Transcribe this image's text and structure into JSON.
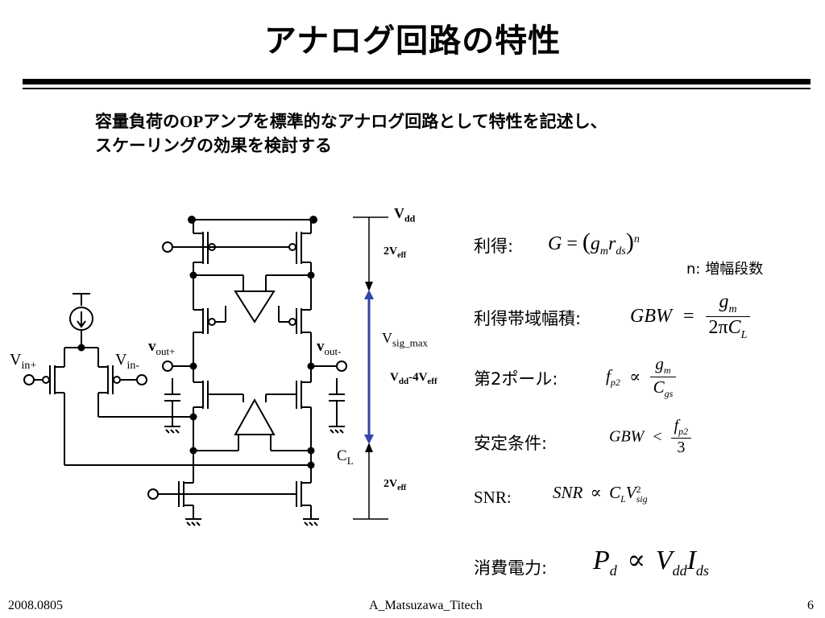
{
  "slide": {
    "title": "アナログ回路の特性",
    "intro_line1_a": "容量負荷の",
    "intro_line1_op": "OP",
    "intro_line1_b": "アンプを標準的なアナログ回路として特性を記述し、",
    "intro_line2": "スケーリングの効果を検討する"
  },
  "circuit": {
    "vdd_main": "V",
    "vdd_sub": "dd",
    "two_veff_top": "2V",
    "two_veff_top_sub": "eff",
    "vsig_max": "V",
    "vsig_max_sub": "sig_max",
    "vdd_minus_4veff_a": "V",
    "vdd_minus_4veff_sub1": "dd",
    "vdd_minus_4veff_b": "-4V",
    "vdd_minus_4veff_sub2": "eff",
    "two_veff_bottom": "2V",
    "two_veff_bottom_sub": "eff",
    "cl": "C",
    "cl_sub": "L",
    "vin_plus": "V",
    "vin_plus_sub": "in+",
    "vin_minus": "V",
    "vin_minus_sub": "in-",
    "vout_plus": "v",
    "vout_plus_sub": "out+",
    "vout_minus": "v",
    "vout_minus_sub": "out-"
  },
  "formulas": {
    "gain_label": "利得:",
    "gain_note": "n: 増幅段数",
    "gbw_label": "利得帯域幅積:",
    "pole_label": "第2ポール:",
    "stability_label": "安定条件:",
    "snr_label": "SNR:",
    "power_label": "消費電力:"
  },
  "footer": {
    "date": "2008.0805",
    "author": "A_Matsuzawa_Titech",
    "page": "6"
  }
}
